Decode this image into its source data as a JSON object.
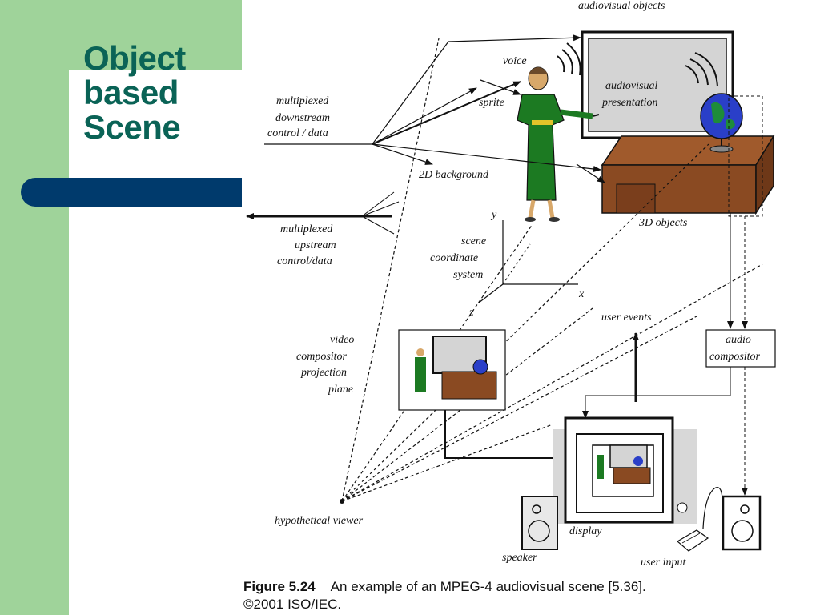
{
  "slide": {
    "title_lines": [
      "Object",
      "based",
      "Scene"
    ],
    "colors": {
      "green_band": "#9fd39a",
      "title": "#0a6356",
      "blue_bar": "#003a6c"
    }
  },
  "diagram": {
    "labels": {
      "audiovisual_objects": "audiovisual objects",
      "voice": "voice",
      "sprite": "sprite",
      "av_presentation_1": "audiovisual",
      "av_presentation_2": "presentation",
      "mux_down_1": "multiplexed",
      "mux_down_2": "downstream",
      "mux_down_3": "control / data",
      "bg2d": "2D background",
      "objects3d": "3D objects",
      "mux_up_1": "multiplexed",
      "mux_up_2": "upstream",
      "mux_up_3": "control/data",
      "axis_y": "y",
      "axis_x": "x",
      "axis_z": "z",
      "scene_coord_1": "scene",
      "scene_coord_2": "coordinate",
      "scene_coord_3": "system",
      "user_events": "user events",
      "video_comp_1": "video",
      "video_comp_2": "compositor",
      "video_comp_3": "projection",
      "video_comp_4": "plane",
      "audio_comp_1": "audio",
      "audio_comp_2": "compositor",
      "hyp_viewer": "hypothetical viewer",
      "display": "display",
      "speaker": "speaker",
      "user_input": "user input"
    }
  },
  "caption": {
    "figure_label": "Figure 5.24",
    "text": "An example of an MPEG-4 audiovisual scene [5.36].",
    "copyright": "©2001 ISO/IEC."
  }
}
